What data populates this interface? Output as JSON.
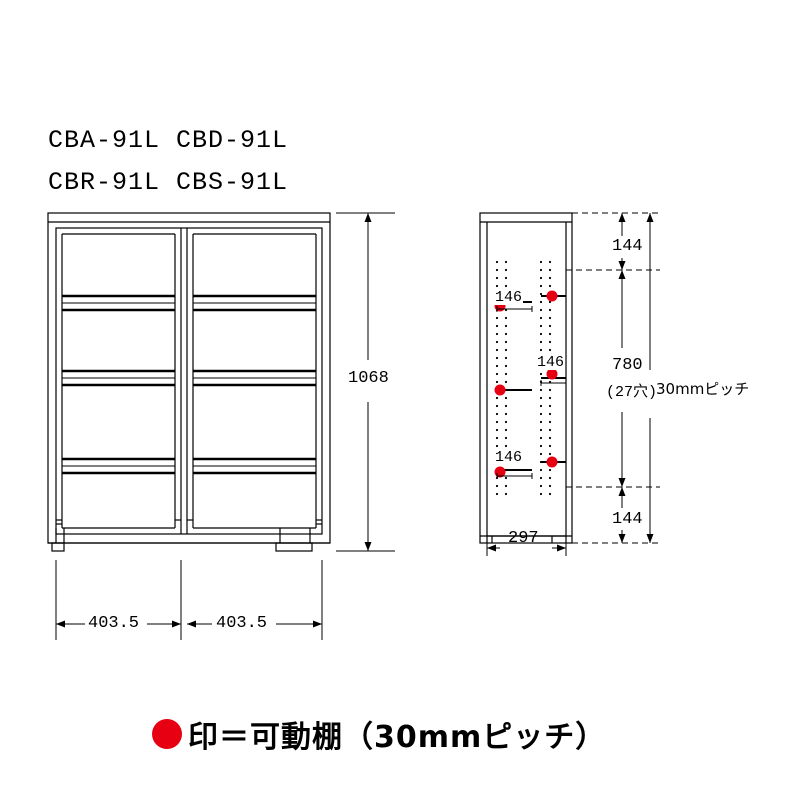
{
  "page": {
    "background": "#ffffff",
    "accent_red": "#e60012",
    "line_color": "#000000"
  },
  "title": {
    "line1": "CBA-91L  CBD-91L",
    "line2": "CBR-91L  CBS-91L"
  },
  "front_view": {
    "name": "front-elevation",
    "height_dim": "1068",
    "width_dim_left": "403.5",
    "width_dim_right": "403.5"
  },
  "side_view": {
    "name": "side-elevation",
    "top_gap_dim": "144",
    "bottom_gap_dim": "144",
    "middle_dim": "780",
    "holes_note": "(27穴)",
    "pitch_note": "30mmピッチ",
    "depth_dim": "297",
    "shelf_callouts": [
      "146",
      "146",
      "146"
    ]
  },
  "legend": {
    "text": "印＝可動棚（30mmピッチ）",
    "marker": "red-dot"
  }
}
